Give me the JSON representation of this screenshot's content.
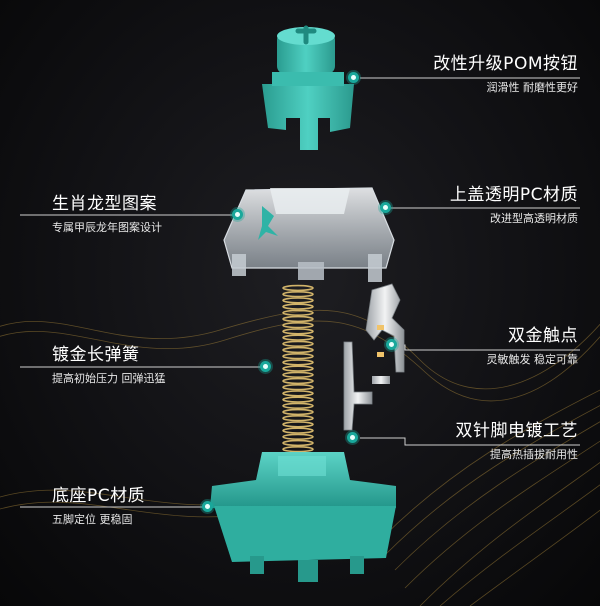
{
  "colors": {
    "accent": "#19a89b",
    "stem": "#3fc2b4",
    "housing_bottom": "#33b5a8",
    "spring": "#c9a95a",
    "background": "#0d0d0f"
  },
  "callouts": [
    {
      "title": "改性升级POM按钮",
      "sub": "润滑性  耐磨性更好"
    },
    {
      "title": "生肖龙型图案",
      "sub": "专属甲辰龙年图案设计"
    },
    {
      "title": "上盖透明PC材质",
      "sub": "改进型高透明材质"
    },
    {
      "title": "双金触点",
      "sub": "灵敏触发  稳定可靠"
    },
    {
      "title": "镀金长弹簧",
      "sub": "提高初始压力  回弹迅猛"
    },
    {
      "title": "双针脚电镀工艺",
      "sub": "提高热插拔耐用性"
    },
    {
      "title": "底座PC材质",
      "sub": "五脚定位  更稳固"
    }
  ]
}
